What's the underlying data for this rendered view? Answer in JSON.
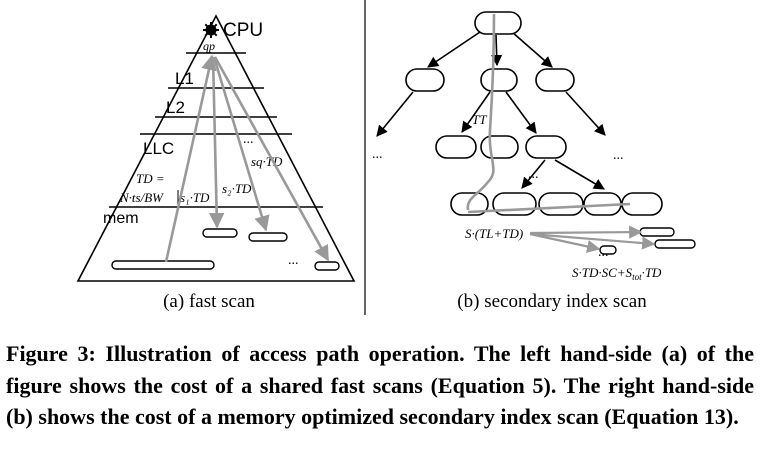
{
  "left_panel": {
    "cpu_label": "CPU",
    "qp_label": "qp",
    "l1_label": "L1",
    "l2_label": "L2",
    "llc_label": "LLC",
    "mem_label": "mem",
    "td_eq_line1": "TD =",
    "td_eq_line2": "N·ts/BW",
    "s1_td": "s₁·TD",
    "s2_td": "s₂·TD",
    "sq_td": "sq·TD",
    "ellipsis_top": "...",
    "ellipsis_mem": "...",
    "subcaption": "(a) fast scan"
  },
  "right_panel": {
    "tt_label": "TT",
    "ellipsis_left": "...",
    "ellipsis_right": "...",
    "ellipsis_mid": "...",
    "ellipsis_low": "...",
    "s_tl_td": "S·(TL+TD)",
    "s_td_sc": "S·TD·SC+S",
    "s_tot_sub": "tot",
    "s_td_tail": "·TD",
    "subcaption": "(b) secondary index scan"
  },
  "caption": {
    "text": "Figure 3: Illustration of access path operation. The left hand-side (a) of the figure shows the cost of a shared fast scans (Equation 5). The right hand-side (b) shows the cost of a memory optimized secondary index scan (Equation 13)."
  },
  "colors": {
    "ink": "#000000",
    "arrow_gray": "#999999"
  },
  "icons": {
    "cpu": "gear-icon"
  }
}
